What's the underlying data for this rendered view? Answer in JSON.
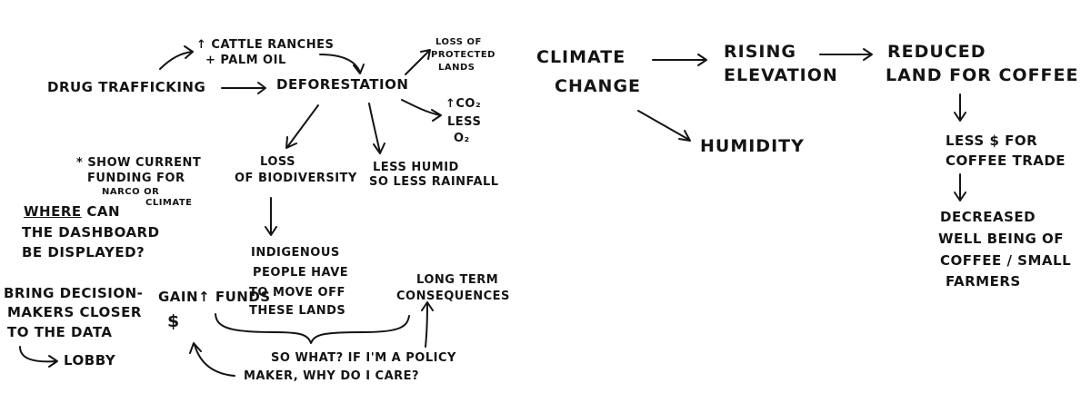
{
  "nodes": {
    "cattle_ranches_line1": "↑ CATTLE RANCHES",
    "cattle_ranches_line2": "+ PALM OIL",
    "drug_trafficking": "DRUG TRAFFICKING",
    "deforestation": "DEFORESTATION",
    "loss_protected_line1": "LOSS OF",
    "loss_protected_line2": "PROTECTED",
    "loss_protected_line3": "LANDS",
    "co2_line1": "↑CO₂",
    "co2_line2": "LESS",
    "co2_line3": "O₂",
    "loss_biodiversity_line1": "LOSS",
    "loss_biodiversity_line2": "OF BIODIVERSITY",
    "less_humid_line1": "LESS HUMID",
    "less_humid_line2": "SO LESS RAINFALL",
    "indigenous_line1": "INDIGENOUS",
    "indigenous_line2": "PEOPLE HAVE",
    "indigenous_line3": "TO MOVE OFF",
    "indigenous_line4": "THESE LANDS",
    "long_term_line1": "LONG TERM",
    "long_term_line2": "CONSEQUENCES",
    "gain_funds": "GAIN↑ FUNDS",
    "dollar_sign": "$",
    "so_what_line1": "SO WHAT?  IF I'M A POLICY",
    "so_what_line2": "MAKER, WHY DO I CARE?",
    "climate_change_line1": "CLIMATE",
    "climate_change_line2": "CHANGE",
    "rising_elevation_line1": "RISING",
    "rising_elevation_line2": "ELEVATION",
    "reduced_land_line1": "REDUCED",
    "reduced_land_line2": "LAND FOR COFFEE",
    "humidity": "HUMIDITY",
    "less_money_line1": "LESS $ FOR",
    "less_money_line2": "COFFEE TRADE",
    "decreased_line1": "DECREASED",
    "decreased_line2": "WELL BEING OF",
    "decreased_line3": "COFFEE / SMALL",
    "decreased_line4": "FARMERS"
  },
  "notes": {
    "show_funding_line1": "* SHOW CURRENT",
    "show_funding_line2": "FUNDING FOR",
    "show_funding_line3": "NARCO OR",
    "show_funding_line4": "CLIMATE",
    "where_word": "WHERE",
    "where_rest": "CAN",
    "where_line2": "THE DASHBOARD",
    "where_line3": "BE DISPLAYED?",
    "bring_line1": "BRING DECISION-",
    "bring_line2": "MAKERS CLOSER",
    "bring_line3": "TO THE DATA",
    "lobby": "LOBBY"
  }
}
